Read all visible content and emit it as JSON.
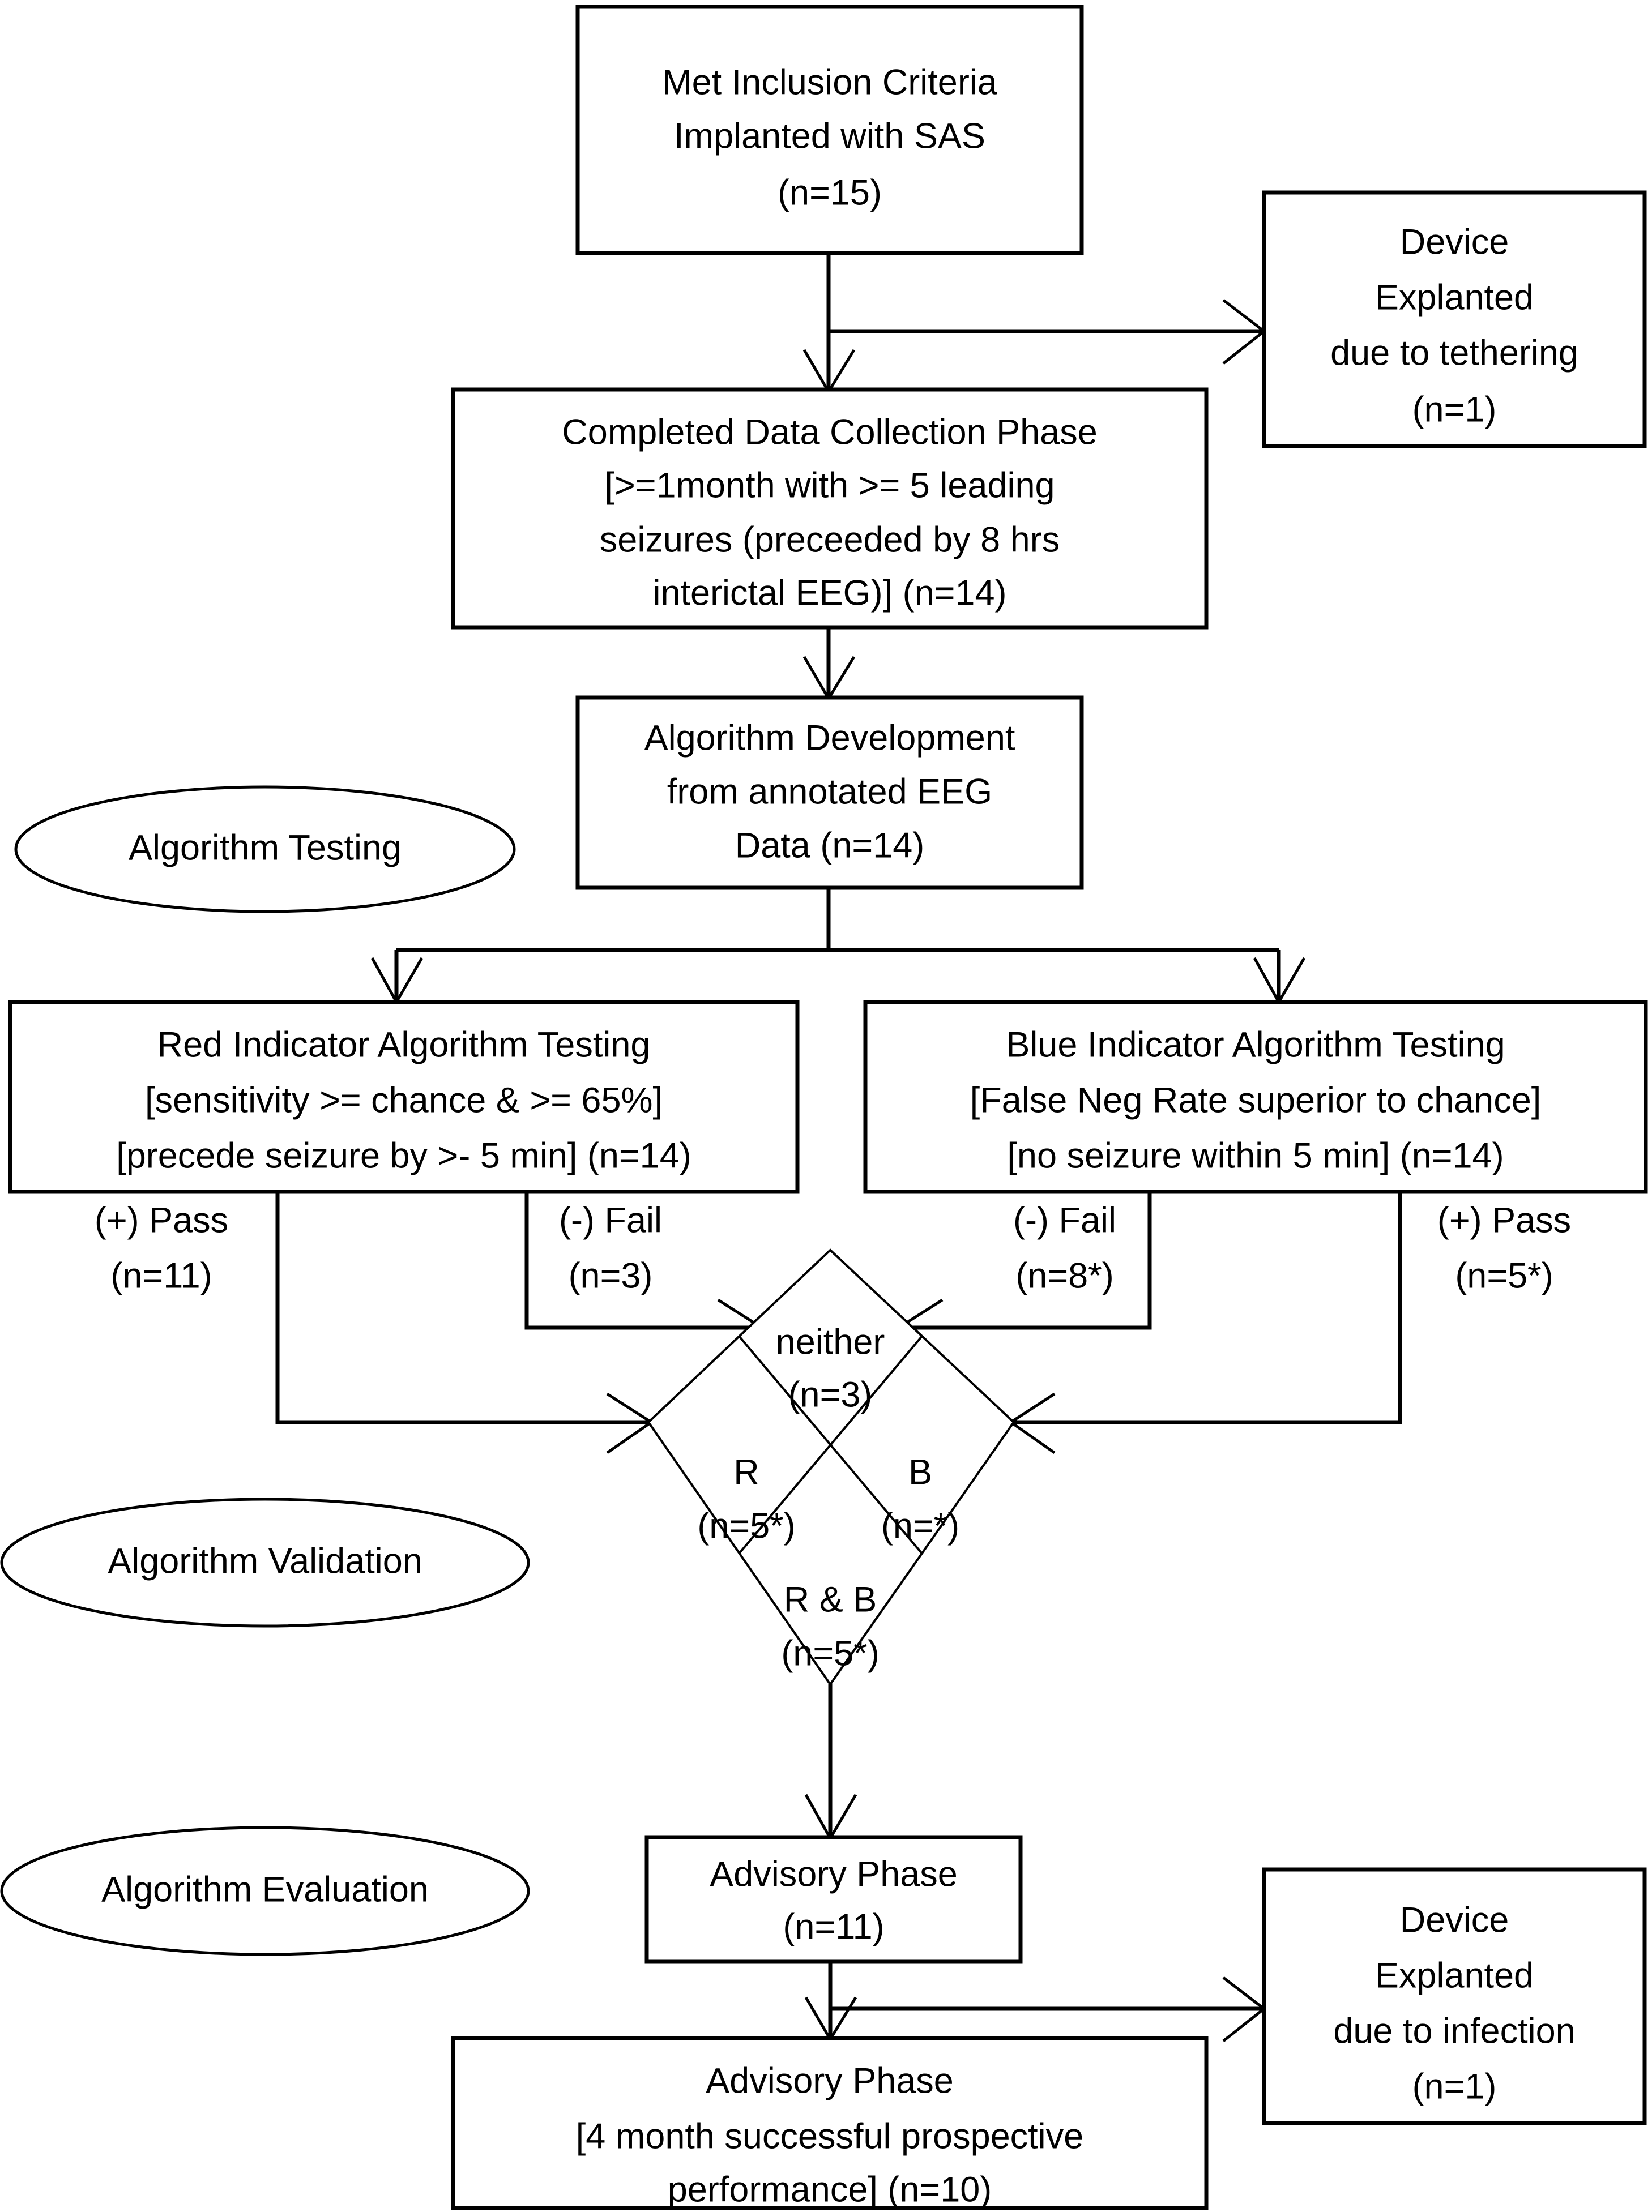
{
  "diagram": {
    "title": "Seizure Advisory System study flowchart",
    "background_color": "#ffffff",
    "line_color": "#000000",
    "text_color": "#000000"
  },
  "nodes": {
    "met_inclusion": {
      "shape": "rectangle",
      "lines": [
        "Met Inclusion Criteria",
        "Implanted with SAS",
        "(n=15)"
      ],
      "line1": "Met Inclusion Criteria",
      "line2": "Implanted with SAS",
      "line3": "(n=15)"
    },
    "device_explanted_tethering": {
      "shape": "rectangle",
      "line1": "Device",
      "line2": "Explanted",
      "line3": "due to tethering",
      "line4": "(n=1)"
    },
    "completed_data_collection": {
      "shape": "rectangle",
      "line1": "Completed Data Collection Phase",
      "line2": "[>=1month with >= 5 leading",
      "line3": "seizures (preceeded by 8 hrs",
      "line4": "interictal EEG)] (n=14)"
    },
    "algorithm_development": {
      "shape": "rectangle",
      "line1": "Algorithm Development",
      "line2": "from annotated EEG",
      "line3": "Data (n=14)"
    },
    "phase_algorithm_testing": {
      "shape": "ellipse",
      "label": "Algorithm Testing"
    },
    "phase_algorithm_validation": {
      "shape": "ellipse",
      "label": "Algorithm Validation"
    },
    "phase_algorithm_evaluation": {
      "shape": "ellipse",
      "label": "Algorithm Evaluation"
    },
    "red_indicator_testing": {
      "shape": "rectangle",
      "line1": "Red Indicator Algorithm Testing",
      "line2": "[sensitivity >= chance & >= 65%]",
      "line3": "[precede seizure by >- 5 min] (n=14)"
    },
    "blue_indicator_testing": {
      "shape": "rectangle",
      "line1": "Blue Indicator Algorithm Testing",
      "line2": "[False Neg Rate superior to chance]",
      "line3": "[no seizure within 5 min] (n=14)"
    },
    "advisory_phase": {
      "shape": "rectangle",
      "line1": "Advisory Phase",
      "line2": "(n=11)"
    },
    "advisory_phase_final": {
      "shape": "rectangle",
      "line1": "Advisory Phase",
      "line2": "[4 month successful prospective",
      "line3": "performance] (n=10)"
    },
    "device_explanted_infection": {
      "shape": "rectangle",
      "line1": "Device",
      "line2": "Explanted",
      "line3": "due to infection",
      "line4": "(n=1)"
    }
  },
  "edge_labels": {
    "red_pass": {
      "line1": "(+) Pass",
      "line2": "(n=11)"
    },
    "red_fail": {
      "line1": "(-) Fail",
      "line2": "(n=3)"
    },
    "blue_fail": {
      "line1": "(-) Fail",
      "line2": "(n=8*)"
    },
    "blue_pass": {
      "line1": "(+) Pass",
      "line2": "(n=5*)"
    }
  },
  "diamond": {
    "shape": "diamond-quadrants",
    "top": {
      "line1": "neither",
      "line2": "(n=3)"
    },
    "left": {
      "line1": "R",
      "line2": "(n=5*)"
    },
    "right": {
      "line1": "B",
      "line2": "(n=*)"
    },
    "bottom": {
      "line1": "R & B",
      "line2": "(n=5*)"
    }
  }
}
